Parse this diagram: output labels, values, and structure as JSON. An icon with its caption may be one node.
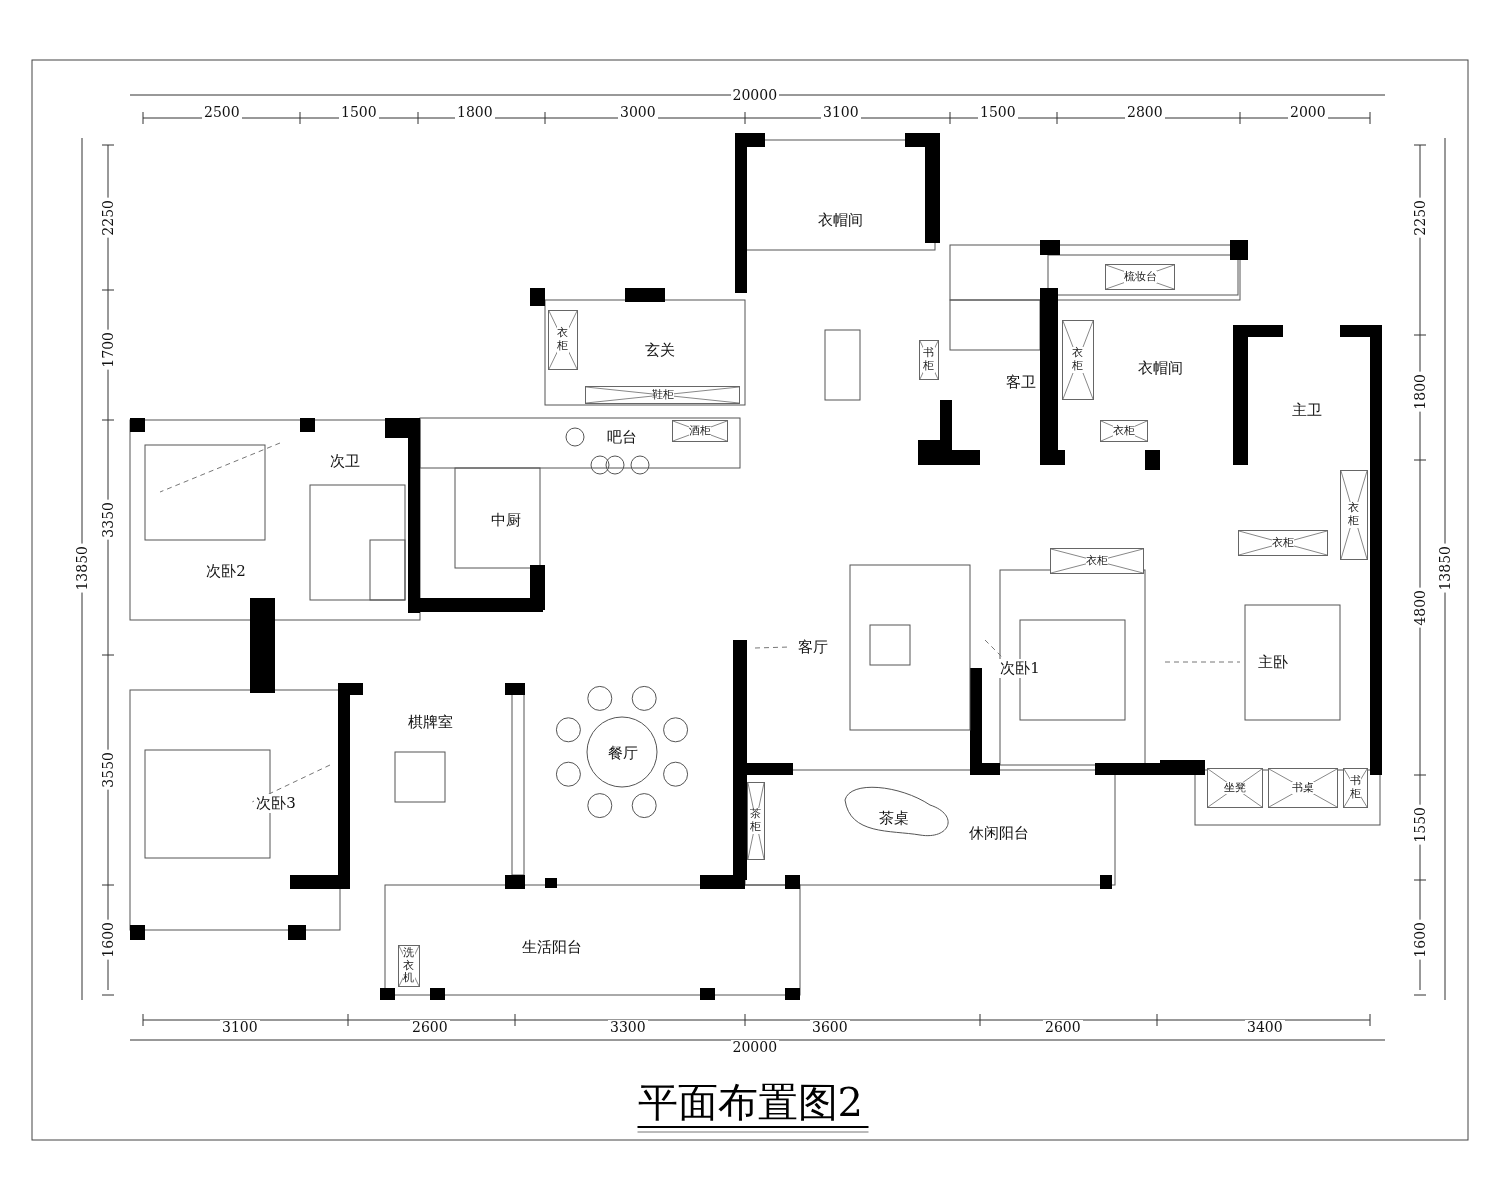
{
  "diagram": {
    "title": "平面布置图2",
    "nodes": [
      {
        "text": [
          "衣帽间"
        ]
      },
      {
        "text": [
          "梳妆台"
        ]
      },
      {
        "text": [
          "衣柜"
        ]
      },
      {
        "text": [
          "玄关"
        ]
      },
      {
        "text": [
          "书柜"
        ]
      },
      {
        "text": [
          "衣柜"
        ]
      },
      {
        "text": [
          "客卫"
        ]
      },
      {
        "text": [
          "衣帽间"
        ]
      },
      {
        "text": [
          "鞋柜"
        ]
      },
      {
        "text": [
          "主卫"
        ]
      },
      {
        "text": [
          "衣柜"
        ]
      },
      {
        "text": [
          "吧台"
        ]
      },
      {
        "text": [
          "酒柜"
        ]
      },
      {
        "text": [
          "次卫"
        ]
      },
      {
        "text": [
          "中厨"
        ]
      },
      {
        "text": [
          "衣柜"
        ]
      },
      {
        "text": [
          "衣柜"
        ]
      },
      {
        "text": [
          "衣柜"
        ]
      },
      {
        "text": [
          "次卧2"
        ]
      },
      {
        "text": [
          "客厅"
        ]
      },
      {
        "text": [
          "次卧1"
        ]
      },
      {
        "text": [
          "主卧"
        ]
      },
      {
        "text": [
          "棋牌室"
        ]
      },
      {
        "text": [
          "餐厅"
        ]
      },
      {
        "text": [
          "次卧3"
        ]
      },
      {
        "text": [
          "坐凳"
        ]
      },
      {
        "text": [
          "书桌"
        ]
      },
      {
        "text": [
          "书柜"
        ]
      },
      {
        "text": [
          "茶柜"
        ]
      },
      {
        "text": [
          "茶桌"
        ]
      },
      {
        "text": [
          "休闲阳台"
        ]
      },
      {
        "text": [
          "生活阳台"
        ]
      },
      {
        "text": [
          "洗衣机"
        ]
      }
    ],
    "labels": [
      "20000",
      "2500",
      "1500",
      "1800",
      "3000",
      "3100",
      "1500",
      "2800",
      "2000",
      "2250",
      "1700",
      "3350",
      "13850",
      "3550",
      "1600",
      "2250",
      "1800",
      "4800",
      "13850",
      "1550",
      "1600",
      "3100",
      "2600",
      "3300",
      "3600",
      "2600",
      "3400",
      "20000"
    ]
  }
}
